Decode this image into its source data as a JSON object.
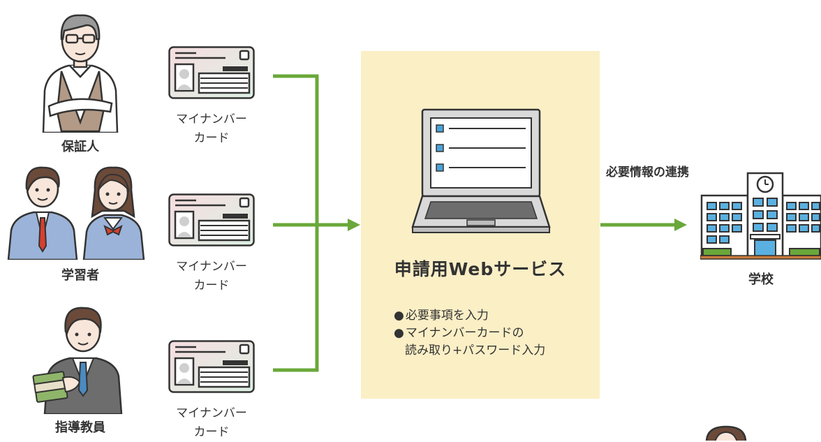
{
  "people": [
    {
      "label": "保証人"
    },
    {
      "label": "学習者"
    },
    {
      "label": "指導教員"
    }
  ],
  "cards": [
    {
      "line1": "マイナンバー",
      "line2": "カード"
    },
    {
      "line1": "マイナンバー",
      "line2": "カード"
    },
    {
      "line1": "マイナンバー",
      "line2": "カード"
    }
  ],
  "service": {
    "title": "申請用Webサービス",
    "items": [
      {
        "bullet": "●",
        "text": "必要事項を入力"
      },
      {
        "bullet": "●",
        "text": "マイナンバーカードの"
      }
    ],
    "item_continuation": "読み取り+パスワード入力"
  },
  "link_label": "必要情報の連携",
  "school_label": "学校",
  "colors": {
    "arrow_green": "#6aa83a",
    "service_bg": "#fbefc6",
    "card_pink": "#f6dde0",
    "card_mint": "#dcefe2"
  }
}
